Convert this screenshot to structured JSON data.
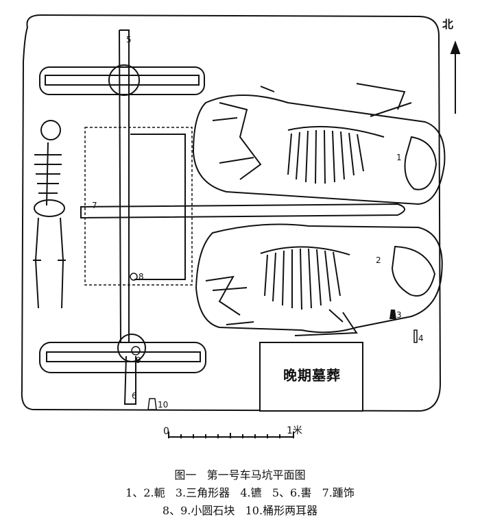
{
  "north_label": "北",
  "late_tomb_label": "晚期墓葬",
  "scale": {
    "zero": "0",
    "end": "1米"
  },
  "markers": [
    "1",
    "2",
    "3",
    "4",
    "5",
    "6",
    "7",
    "8",
    "9",
    "10"
  ],
  "caption": {
    "title": "图一   第一号车马坑平面图",
    "legend_line1": "1、2.軛   3.三角形器   4.镳   5、6.軎   7.踵饰",
    "legend_line2": "8、9.小圆石块   10.桶形两耳器"
  }
}
